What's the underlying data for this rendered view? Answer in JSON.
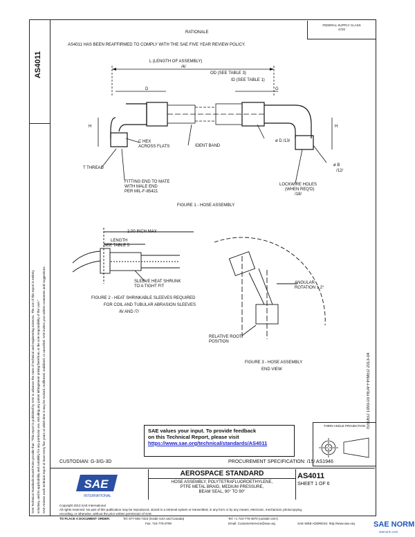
{
  "header": {
    "rationale_heading": "RATIONALE",
    "rationale_text": "AS4011 HAS BEEN REAFFIRMED TO COMPLY WITH THE SAE FIVE YEAR REVIEW POLICY.",
    "rev_box_line1": "FEDERAL SUPPLY CLASS",
    "rev_box_line2": "4720"
  },
  "side_tab": {
    "doc_number": "AS4011",
    "legal_text_1": "SAE Technical Standards Board Rules provide that: \"This report is published by SAE to advance the state of technical and engineering sciences. The use of this report is entirely",
    "legal_text_2": "voluntary, and its applicability and suitability for any particular use, including any patent infringement arising therefrom, is the sole responsibility of the user.\"",
    "legal_text_3": "SAE reviews each technical report at least every five years at which time it may be revised, reaffirmed, stabilized, or cancelled. SAE invites your written comments and suggestions.",
    "right_margin_text": "ISSUED 1993-03   REAFFIRMED 2013-04"
  },
  "figure1": {
    "l_label": "L (LENGTH OF ASSEMBLY)",
    "l_sub": "/4/",
    "od_label": "OD (SEE TABLE 3)",
    "id_label": "ID (SEE TABLE 1)",
    "d_label": "D",
    "g_label": "G",
    "h_label": "H",
    "hex_label_1": "C HEX",
    "hex_label_2": "ACROSS FLATS",
    "ident_band": "IDENT BAND",
    "dia_label": "ø D /13/",
    "t_thread": "T THREAD",
    "fitting_1": "FITTING END TO MATE",
    "fitting_2": "WITH MALE END",
    "fitting_3": "PER MIL-F-85421",
    "lockwire_1": "LOCKWIRE HOLES",
    "lockwire_2": "(WHEN REQ'D)",
    "lockwire_3": "/18/",
    "b_label": "ø B",
    "b_sub": "/12/",
    "caption": "FIGURE 1 - HOSE ASSEMBLY"
  },
  "figure2": {
    "max_label": "2.00 INCH MAX",
    "length_1": "LENGTH",
    "length_2": "SEE TABLE 5",
    "sleeve_1": "SLEEVE HEAT SHRUNK",
    "sleeve_2": "TO A TIGHT FIT",
    "caption_1": "FIGURE 2 - HEAT SHRINKABLE SLEEVES REQUIRED",
    "caption_2": "FOR COIL AND TUBULAR ABRASION SLEEVES",
    "caption_3": "/6/ AND /7/"
  },
  "figure3": {
    "angular_1": "ANGULAR",
    "angular_2": "ROTATION ± 2°",
    "relative_1": "RELATIVE ROOT",
    "relative_2": "POSITION",
    "caption_1": "FIGURE 3 - HOSE ASSEMBLY",
    "caption_2": "END VIEW"
  },
  "feedback": {
    "line1": "SAE values your input. To provide feedback",
    "line2": "on this Technical Report, please visit",
    "link": "https://www.sae.org/technical/standards/AS4011"
  },
  "third_angle": {
    "label": "THIRD ANGLE PROJECTION"
  },
  "title_block": {
    "custodian": "CUSTODIAN: G-3/G-3D",
    "procurement": "PROCUREMENT SPECIFICATION: /15/ AS1946",
    "logo": "SAE",
    "logo_sub": "INTERNATIONAL",
    "standard": "AEROSPACE STANDARD",
    "desc_1": "HOSE ASSEMBLY, POLYTETRAFLUOROETHYLENE,",
    "desc_2": "PTFE METAL BRAID, MEDIUM PRESSURE,",
    "desc_3": "BEAM SEAL, 90° TO 90°",
    "doc_number": "AS4011",
    "sheet": "SHEET 1 OF 6"
  },
  "footer": {
    "copyright": "Copyright 2013 SAE International",
    "rights_1": "All rights reserved. No part of this publication may be reproduced, stored in a retrieval system or transmitted, in any form or by any means, electronic, mechanical, photocopying,",
    "rights_2": "recording, or otherwise, without the prior written permission of SAE.",
    "order_label": "TO PLACE A DOCUMENT ORDER:",
    "order_tel": "Tel: 877-606-7323 (inside USA and Canada)",
    "order_tel2": "Tel: +1 724-776-4970 (outside USA)",
    "order_fax": "Fax: 724-776-0790",
    "order_email": "Email: CustomerService@sae.org",
    "web": "SAE WEB ADDRESS: http://www.sae.org"
  },
  "watermark": {
    "text": "SAE NORM",
    "sub": "saenorm.com"
  }
}
